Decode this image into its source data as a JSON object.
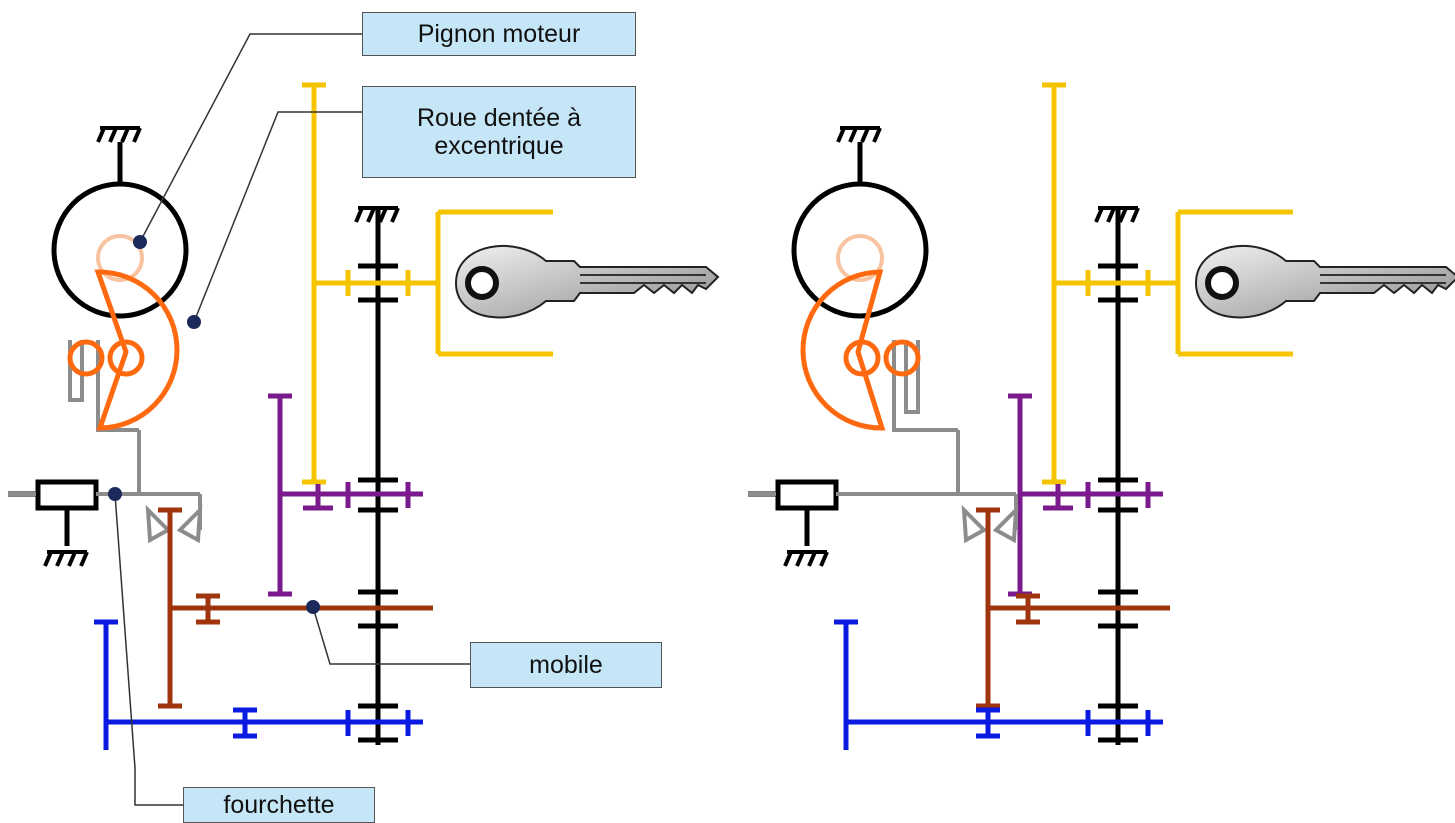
{
  "labels": {
    "pignon_moteur": "Pignon moteur",
    "roue_dentee_line1": "Roue dentée à",
    "roue_dentee_line2": "excentrique",
    "mobile": "mobile",
    "fourchette": "fourchette"
  },
  "colors": {
    "frame": "#000000",
    "key_shaft": "#f5c400",
    "motor_gear": "#ff6a10",
    "fork": "#8c8c8c",
    "purple_gear": "#7a1a8c",
    "brown_gear": "#a0340c",
    "blue_gear": "#0a1ae0",
    "callout_bg": "#c5e6f7"
  },
  "icons": [
    "ground-hatch-icon",
    "key-icon",
    "motor-circle-icon"
  ]
}
